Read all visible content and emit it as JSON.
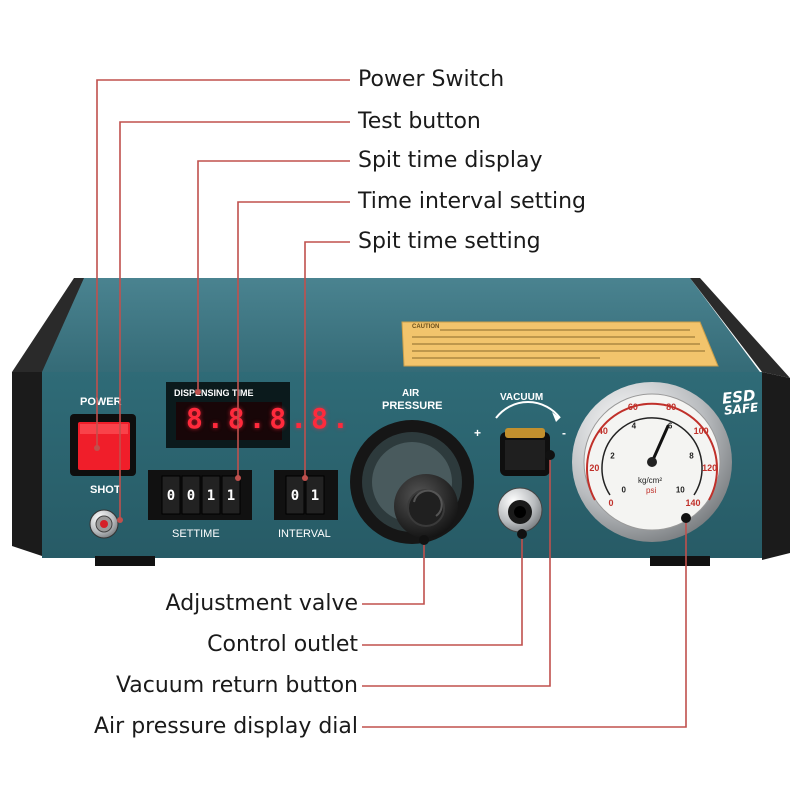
{
  "callouts": {
    "right": [
      {
        "label": "Power Switch"
      },
      {
        "label": "Test button"
      },
      {
        "label": "Spit time display"
      },
      {
        "label": "Time interval setting"
      },
      {
        "label": "Spit time setting"
      }
    ],
    "left": [
      {
        "label": "Adjustment valve"
      },
      {
        "label": "Control outlet"
      },
      {
        "label": "Vacuum return button"
      },
      {
        "label": "Air pressure display dial"
      }
    ]
  },
  "panel": {
    "power": "POWER",
    "shot": "SHOT",
    "dispensing_time": "DISPENSING TIME",
    "display_value": "8.8.8.8.",
    "settime": "SETTIME",
    "settime_digits": [
      "0",
      "0",
      "1",
      "1"
    ],
    "interval": "INTERVAL",
    "interval_digits": [
      "0",
      "1"
    ],
    "air_line1": "AIR",
    "air_line2": "PRESSURE",
    "vacuum": "VACUUM",
    "plus": "+",
    "minus": "-",
    "esd_line1": "ESD",
    "esd_line2": "SAFE",
    "caution": "CAUTION",
    "gauge_outer": [
      "0",
      "20",
      "40",
      "60",
      "80",
      "100",
      "120",
      "140"
    ],
    "gauge_inner": [
      "0",
      "2",
      "4",
      "6",
      "8",
      "10"
    ],
    "gauge_unit1": "kg/cm²",
    "gauge_unit2": "psi"
  },
  "colors": {
    "leader": "#c0504d",
    "panel": "#2c6672",
    "panel_dark": "#1d4a54",
    "housing": "#3e7480",
    "power_button": "#f01e2a",
    "label_sticker": "#f2c46c"
  }
}
